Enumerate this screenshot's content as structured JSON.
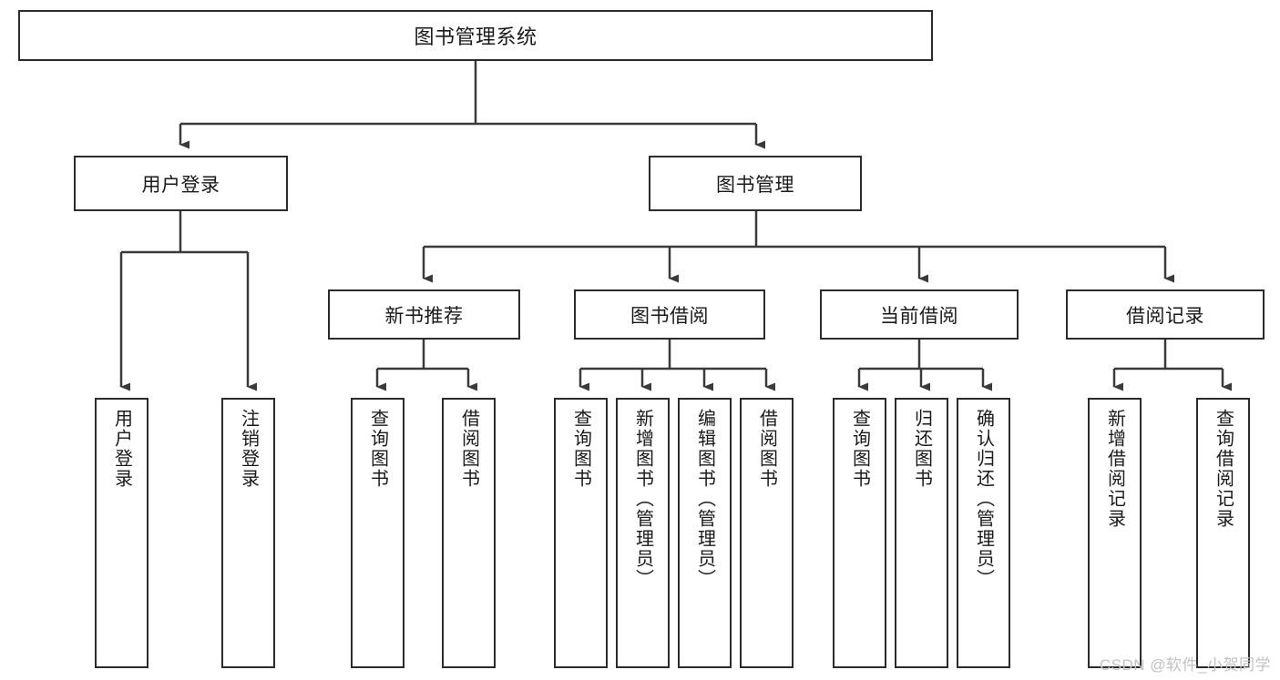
{
  "diagram": {
    "type": "tree-hierarchy",
    "title": "图书管理系统",
    "colors": {
      "box_border": "#2b2b2b",
      "box_fill": "#ffffff",
      "connector": "#3a3a3a",
      "text": "#1a1a1a",
      "watermark": "#c2c2c2",
      "background": "#ffffff"
    },
    "root": {
      "label": "图书管理系统"
    },
    "level_two": [
      {
        "label": "用户登录"
      },
      {
        "label": "图书管理"
      }
    ],
    "level_three": [
      {
        "label": "新书推荐"
      },
      {
        "label": "图书借阅"
      },
      {
        "label": "当前借阅"
      },
      {
        "label": "借阅记录"
      }
    ],
    "leaves": {
      "user_login": [
        {
          "label": "用户登录"
        },
        {
          "label": "注销登录"
        }
      ],
      "new_book_recommend": [
        {
          "label": "查询图书"
        },
        {
          "label": "借阅图书"
        }
      ],
      "book_borrow": [
        {
          "label": "查询图书"
        },
        {
          "label": "新增图书（管理员）"
        },
        {
          "label": "编辑图书（管理员）"
        },
        {
          "label": "借阅图书"
        }
      ],
      "current_borrow": [
        {
          "label": "查询图书"
        },
        {
          "label": "归还图书"
        },
        {
          "label": "确认归还（管理员）"
        }
      ],
      "borrow_record": [
        {
          "label": "新增借阅记录"
        },
        {
          "label": "查询借阅记录"
        }
      ]
    },
    "watermark": "CSDN @软件_小贺同学"
  }
}
